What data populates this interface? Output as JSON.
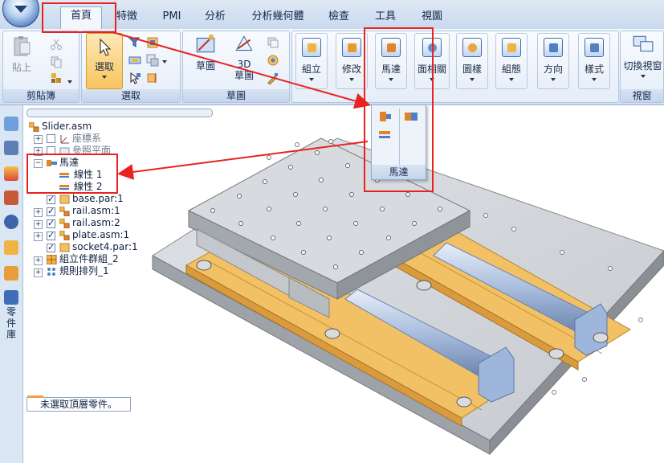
{
  "tabs": [
    {
      "label": "首頁",
      "active": true
    },
    {
      "label": "特徵"
    },
    {
      "label": "PMI"
    },
    {
      "label": "分析"
    },
    {
      "label": "分析幾何體"
    },
    {
      "label": "檢查"
    },
    {
      "label": "工具"
    },
    {
      "label": "視圖"
    }
  ],
  "ribbon": {
    "clipboard": {
      "paste_label": "貼上",
      "group_label": "剪貼簿"
    },
    "select": {
      "select_label": "選取",
      "group_label": "選取"
    },
    "sketch": {
      "sketch_label": "草圖",
      "sketch3d_label": "3D\n草圖",
      "group_label": "草圖"
    },
    "buttons": [
      {
        "key": "assemble",
        "label": "組立"
      },
      {
        "key": "modify",
        "label": "修改"
      },
      {
        "key": "motor",
        "label": "馬達"
      },
      {
        "key": "face_relate",
        "label": "面相關"
      },
      {
        "key": "pattern",
        "label": "圖樣"
      },
      {
        "key": "config",
        "label": "組態"
      },
      {
        "key": "orient",
        "label": "方向"
      },
      {
        "key": "style",
        "label": "樣式"
      },
      {
        "key": "switch_window",
        "label": "切換視窗"
      }
    ],
    "view_group_label": "視窗"
  },
  "motor_dropdown": {
    "label": "馬達"
  },
  "tree": {
    "root": "Slider.asm",
    "items": [
      {
        "label": "座標系",
        "checked": false,
        "expand": "+"
      },
      {
        "label": "參照平面",
        "checked": false,
        "expand": "+"
      },
      {
        "label": "馬達",
        "expand": "−"
      },
      {
        "label": "線性 1"
      },
      {
        "label": "線性 2"
      },
      {
        "label": "base.par:1",
        "checked": true
      },
      {
        "label": "rail.asm:1",
        "checked": true,
        "expand": "+"
      },
      {
        "label": "rail.asm:2",
        "checked": true,
        "expand": "+"
      },
      {
        "label": "plate.asm:1",
        "checked": true,
        "expand": "+"
      },
      {
        "label": "socket4.par:1",
        "checked": true
      },
      {
        "label": "組立件群組_2",
        "expand": "+"
      },
      {
        "label": "規則排列_1",
        "expand": "+"
      }
    ]
  },
  "side_tab_label": "零件庫",
  "status_text": "未選取頂層零件。",
  "colors": {
    "accent_red": "#e8231f",
    "part_orange": "#f3c165",
    "steel_gray": "#b9bcc2",
    "rod_blue": "#9fb6dc"
  }
}
